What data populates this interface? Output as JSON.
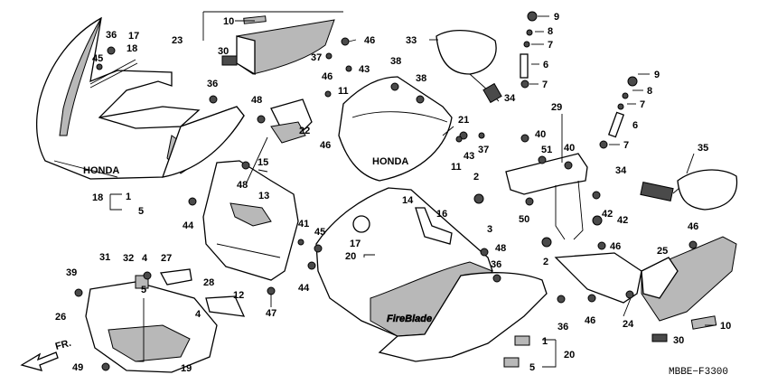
{
  "diagram": {
    "code": "MBBE−F3300",
    "direction_label": "FR.",
    "callouts": [
      {
        "id": "c1",
        "text": "10"
      },
      {
        "id": "c2",
        "text": "23"
      },
      {
        "id": "c3",
        "text": "46"
      },
      {
        "id": "c4",
        "text": "30"
      },
      {
        "id": "c5",
        "text": "36"
      },
      {
        "id": "c6",
        "text": "17"
      },
      {
        "id": "c7",
        "text": "18"
      },
      {
        "id": "c8",
        "text": "45"
      },
      {
        "id": "c9",
        "text": "9"
      },
      {
        "id": "c10",
        "text": "8"
      },
      {
        "id": "c11",
        "text": "7"
      },
      {
        "id": "c12",
        "text": "33"
      },
      {
        "id": "c13",
        "text": "6"
      },
      {
        "id": "c14",
        "text": "7"
      },
      {
        "id": "c15",
        "text": "37"
      },
      {
        "id": "c16",
        "text": "43"
      },
      {
        "id": "c17",
        "text": "38"
      },
      {
        "id": "c18",
        "text": "46"
      },
      {
        "id": "c19",
        "text": "11"
      },
      {
        "id": "c20",
        "text": "38"
      },
      {
        "id": "c21",
        "text": "9"
      },
      {
        "id": "c22",
        "text": "8"
      },
      {
        "id": "c23",
        "text": "7"
      },
      {
        "id": "c24",
        "text": "6"
      },
      {
        "id": "c25",
        "text": "7"
      },
      {
        "id": "c26",
        "text": "34"
      },
      {
        "id": "c27",
        "text": "29"
      },
      {
        "id": "c28",
        "text": "36"
      },
      {
        "id": "c29",
        "text": "48"
      },
      {
        "id": "c30",
        "text": "22"
      },
      {
        "id": "c31",
        "text": "21"
      },
      {
        "id": "c32",
        "text": "46"
      },
      {
        "id": "c33",
        "text": "40"
      },
      {
        "id": "c34",
        "text": "37"
      },
      {
        "id": "c35",
        "text": "11"
      },
      {
        "id": "c36",
        "text": "43"
      },
      {
        "id": "c37",
        "text": "51"
      },
      {
        "id": "c38",
        "text": "40"
      },
      {
        "id": "c39",
        "text": "35"
      },
      {
        "id": "c40",
        "text": "34"
      },
      {
        "id": "c41",
        "text": "15"
      },
      {
        "id": "c42",
        "text": "48"
      },
      {
        "id": "c43",
        "text": "13"
      },
      {
        "id": "c44",
        "text": "18"
      },
      {
        "id": "c45",
        "text": "1"
      },
      {
        "id": "c46",
        "text": "5"
      },
      {
        "id": "c47",
        "text": "44"
      },
      {
        "id": "c48",
        "text": "2"
      },
      {
        "id": "c49",
        "text": "50"
      },
      {
        "id": "c50",
        "text": "42"
      },
      {
        "id": "c51",
        "text": "42"
      },
      {
        "id": "c52",
        "text": "14"
      },
      {
        "id": "c53",
        "text": "16"
      },
      {
        "id": "c54",
        "text": "3"
      },
      {
        "id": "c55",
        "text": "41"
      },
      {
        "id": "c56",
        "text": "45"
      },
      {
        "id": "c57",
        "text": "17"
      },
      {
        "id": "c58",
        "text": "20"
      },
      {
        "id": "c59",
        "text": "48"
      },
      {
        "id": "c60",
        "text": "46"
      },
      {
        "id": "c61",
        "text": "2"
      },
      {
        "id": "c62",
        "text": "46"
      },
      {
        "id": "c63",
        "text": "25"
      },
      {
        "id": "c64",
        "text": "31"
      },
      {
        "id": "c65",
        "text": "32"
      },
      {
        "id": "c66",
        "text": "4"
      },
      {
        "id": "c67",
        "text": "27"
      },
      {
        "id": "c68",
        "text": "39"
      },
      {
        "id": "c69",
        "text": "5"
      },
      {
        "id": "c70",
        "text": "28"
      },
      {
        "id": "c71",
        "text": "12"
      },
      {
        "id": "c72",
        "text": "44"
      },
      {
        "id": "c73",
        "text": "36"
      },
      {
        "id": "c74",
        "text": "26"
      },
      {
        "id": "c75",
        "text": "4"
      },
      {
        "id": "c76",
        "text": "47"
      },
      {
        "id": "c77",
        "text": "36"
      },
      {
        "id": "c78",
        "text": "46"
      },
      {
        "id": "c79",
        "text": "24"
      },
      {
        "id": "c80",
        "text": "10"
      },
      {
        "id": "c81",
        "text": "30"
      },
      {
        "id": "c82",
        "text": "1"
      },
      {
        "id": "c83",
        "text": "20"
      },
      {
        "id": "c84",
        "text": "5"
      },
      {
        "id": "c85",
        "text": "49"
      },
      {
        "id": "c86",
        "text": "19"
      }
    ]
  }
}
